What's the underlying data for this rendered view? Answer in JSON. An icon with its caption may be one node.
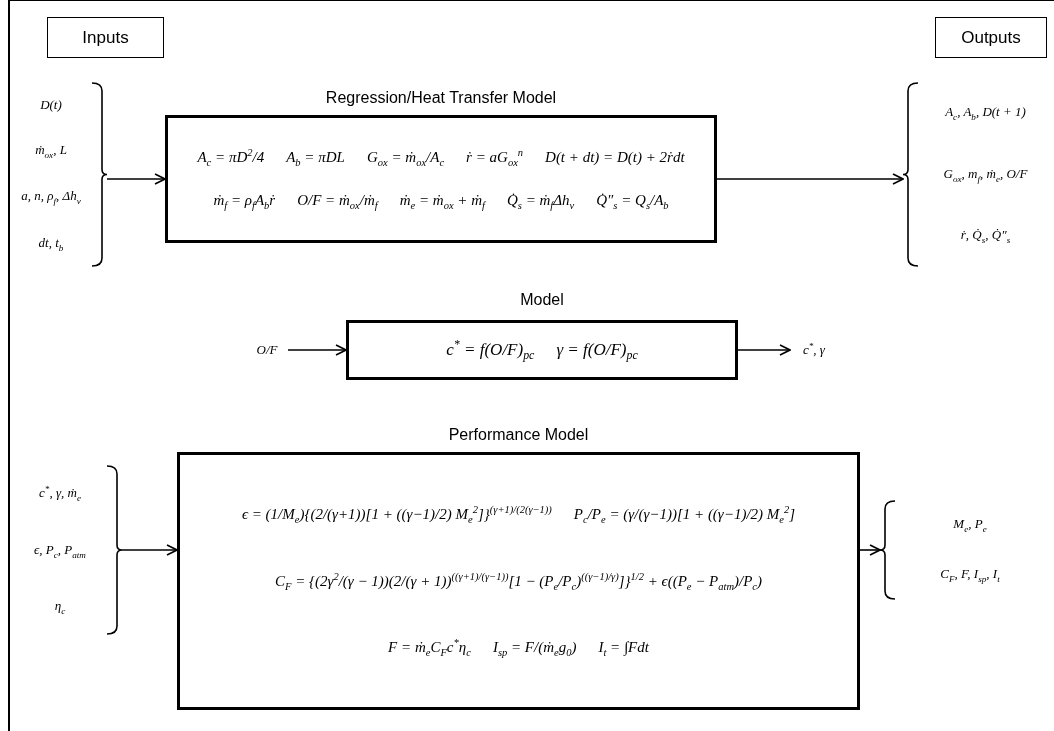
{
  "diagram": {
    "nodes": [
      {
        "text": [
          "Inputs"
        ]
      },
      {
        "text": [
          "Outputs"
        ]
      },
      {
        "text": [
          "D(t)",
          "ṁ$_{ox}$, L",
          "a, n, ρ$_{f}$, Δh$_{v}$",
          "dt, t$_{b}$"
        ]
      },
      {
        "text": [
          "Regression/Heat Transfer Model",
          "A$_{c}$ = πD$^{2}$/4",
          "A$_{b}$ = πDL",
          "G$_{ox}$ = ṁ$_{ox}$/A$_{c}$",
          "ṙ = aG$_{ox}$$^{n}$",
          "D(t + dt) = D(t) + 2ṙdt",
          "ṁ$_{f}$ = ρ$_{f}$A$_{b}$ṙ",
          "O/F = ṁ$_{ox}$/ṁ$_{f}$",
          "ṁ$_{e}$ = ṁ$_{ox}$ + ṁ$_{f}$",
          "Q̇$_{s}$ = ṁ$_{f}$Δh$_{v}$",
          "Q̇″$_{s}$ = Q$_{s}$/A$_{b}$"
        ]
      },
      {
        "text": [
          "A$_{c}$, A$_{b}$, D(t + 1)",
          "G$_{ox}$, m$_{f}$, ṁ$_{e}$, O/F",
          "ṙ, Q̇$_{s}$, Q̇″$_{s}$"
        ]
      },
      {
        "text": [
          "O/F"
        ]
      },
      {
        "text": [
          "Model",
          "c$^{*}$ = f(O/F)$_{pc}$",
          "γ = f(O/F)$_{pc}$"
        ]
      },
      {
        "text": [
          "c$^{*}$, γ"
        ]
      },
      {
        "text": [
          "c$^{*}$, γ, ṁ$_{e}$",
          "ϵ, P$_{c}$, P$_{atm}$",
          "η$_{c}$"
        ]
      },
      {
        "text": [
          "Performance Model",
          "ϵ = (1/M$_{e}$){(2/(γ+1))[1 + ((γ−1)/2) M$_{e}$$^{2}$]}$^{(γ+1)/(2(γ−1))}$",
          "P$_{c}$/P$_{e}$ = (γ/(γ−1))[1 + ((γ−1)/2) M$_{e}$$^{2}$]",
          "C$_{F}$ = {(2γ$^{2}$/(γ − 1))(2/(γ + 1))$^{((γ+1)/(γ−1))}$[1 − (P$_{e}$/P$_{c}$)$^{((γ−1)/γ)}$]}$^{1/2}$ + ϵ((P$_{e}$ − P$_{atm}$)/P$_{c}$)",
          "F = ṁ$_{e}$C$_{F}$c$^{*}$η$_{c}$",
          "I$_{sp}$ = F/(ṁ$_{e}$g$_{0}$)",
          "I$_{t}$ = ∫Fdt"
        ]
      },
      {
        "text": [
          "M$_{e}$, P$_{e}$",
          "C$_{F}$, F, I$_{sp}$, I$_{t}$"
        ]
      }
    ],
    "edges": [
      {
        "from": 2,
        "to": 3,
        "arrow": "to"
      },
      {
        "from": 3,
        "to": 4,
        "arrow": "to"
      },
      {
        "from": 5,
        "to": 6,
        "arrow": "to"
      },
      {
        "from": 6,
        "to": 7,
        "arrow": "to"
      },
      {
        "from": 8,
        "to": 9,
        "arrow": "to"
      },
      {
        "from": 9,
        "to": 10,
        "arrow": "to"
      }
    ]
  }
}
